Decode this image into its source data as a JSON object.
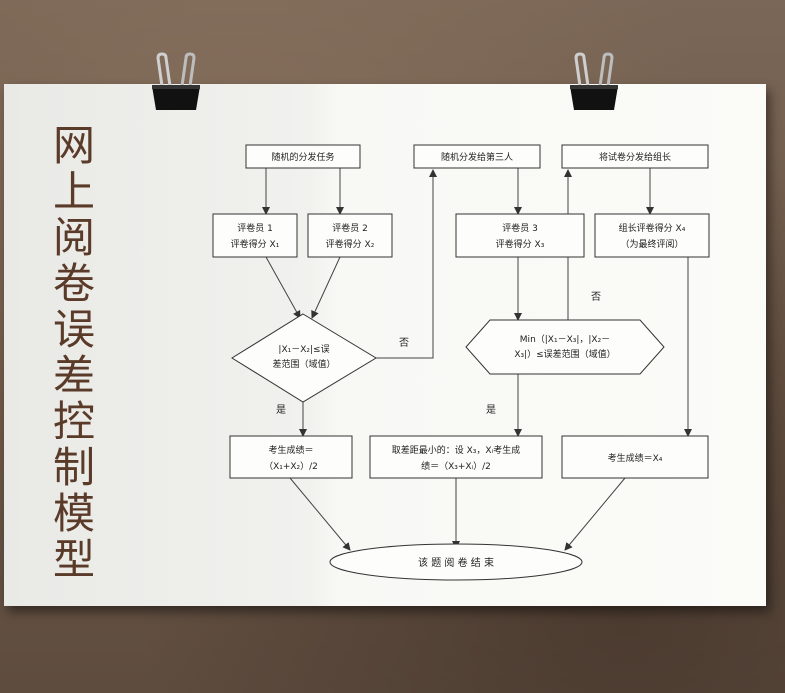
{
  "title_chars": [
    "网",
    "上",
    "阅",
    "卷",
    "误",
    "差",
    "控",
    "制",
    "模",
    "型"
  ],
  "nodes": {
    "task": "随机的分发任务",
    "third": "随机分发给第三人",
    "leader_send": "将试卷分发给组长",
    "grader1": [
      "评卷员 1",
      "评卷得分 X₁"
    ],
    "grader2": [
      "评卷员 2",
      "评卷得分 X₂"
    ],
    "grader3": [
      "评卷员 3",
      "评卷得分 X₃"
    ],
    "leader_grade": [
      "组长评卷得分 X₄",
      "（为最终评阅）"
    ],
    "decision1": [
      "|X₁－X₂|≤误",
      "差范围（域值）"
    ],
    "decision2": [
      "Min（|X₁－X₃|，|X₂－",
      "X₃|）≤误差范围（域值）"
    ],
    "score1": [
      "考生成绩＝",
      "（X₁+X₂）/2"
    ],
    "score2": [
      "取差距最小的：设 X₃，Xᵢ考生成",
      "绩＝（X₃+Xᵢ）/2"
    ],
    "score3": "考生成绩＝X₄",
    "end": "该 题 阅 卷 结 束"
  },
  "labels": {
    "no1": "否",
    "no2": "否",
    "yes1": "是",
    "yes2": "是"
  }
}
